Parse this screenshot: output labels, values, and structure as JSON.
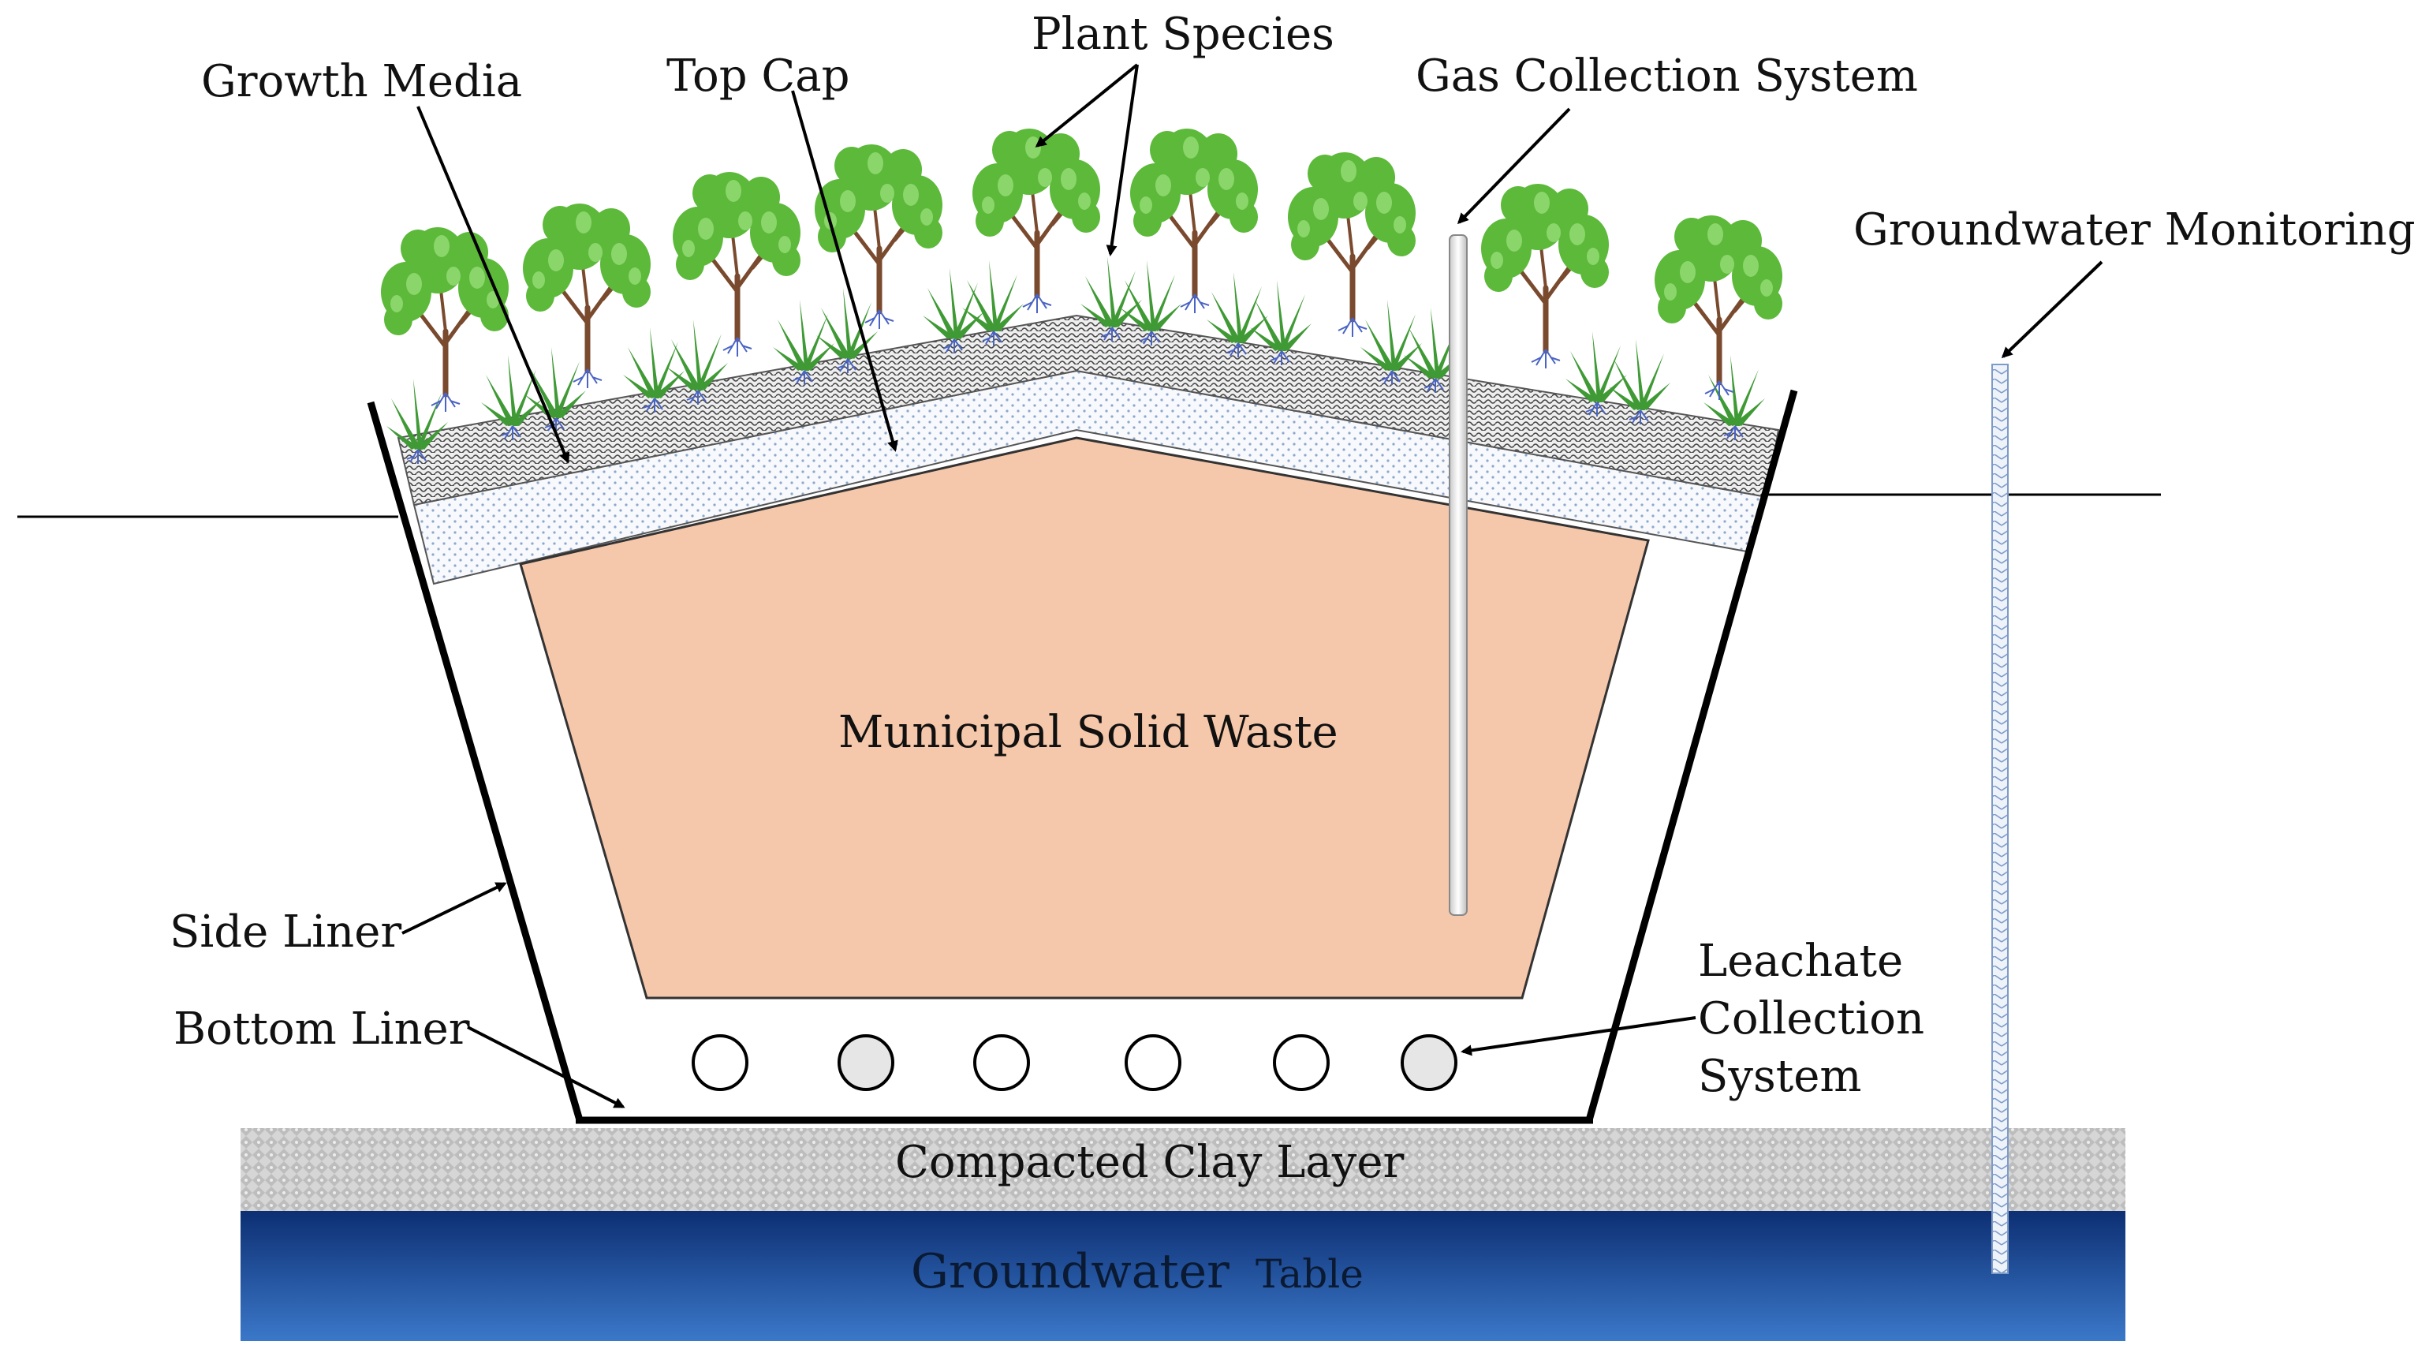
{
  "labels": {
    "growth_media": "Growth Media",
    "top_cap": "Top Cap",
    "plant_species": "Plant Species",
    "gas_collection": "Gas Collection System",
    "groundwater_monitoring": "Groundwater Monitoring",
    "municipal_solid_waste": "Municipal Solid Waste",
    "side_liner": "Side Liner",
    "bottom_liner": "Bottom Liner",
    "leachate_line1": "Leachate",
    "leachate_line2": "Collection",
    "leachate_line3": "System",
    "compacted_clay": "Compacted Clay Layer",
    "groundwater_table_main": "Groundwater",
    "groundwater_table_small": "Table"
  },
  "colors": {
    "waste_fill": "#f6c8ab",
    "clay_fill": "#cfcfcf",
    "groundwater_top": "#0d2f73",
    "groundwater_bottom": "#3b78c9",
    "top_cap_dots": "#9fb6d6",
    "foliage": "#5cb93a",
    "trunk": "#7a4a2e",
    "roots": "#4a64c4",
    "liner": "#000000",
    "pipe_gray": "#e4e4e4"
  },
  "icons": [
    "tree-icon",
    "grass-tuft-icon",
    "root-icon",
    "pipe-icon",
    "arrow-icon"
  ]
}
